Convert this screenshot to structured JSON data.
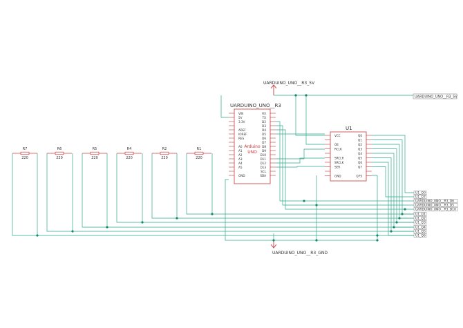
{
  "colors": {
    "wire": "#2aa88a",
    "part": "#c8373a",
    "text": "#333333",
    "junction": "#138a6a",
    "label_border": "#888888"
  },
  "power": {
    "vcc_symbol": "UARDUINO_UNO__R3_5V",
    "gnd_symbol": "UARDUINO_UNO__R3_GND"
  },
  "arduino": {
    "refdes": "UARDUINO_UNO__R3",
    "body_line1": "Arduino",
    "body_line2": "UNO",
    "left_pins": [
      "VIN",
      "5V",
      "3.3V",
      "",
      "AREF",
      "IOREF",
      "RES",
      "",
      "A0",
      "A1",
      "A2",
      "A3",
      "A4",
      "A5",
      "",
      "GND"
    ],
    "right_pins": [
      "RX",
      "TX",
      "D2",
      "D3",
      "D4",
      "D5",
      "D6",
      "D7",
      "D8",
      "D9",
      "D10",
      "D11",
      "D12",
      "D13",
      "SCL",
      "SDA"
    ]
  },
  "u1": {
    "refdes": "U1",
    "left_pins": [
      "VCC",
      "",
      "OE",
      "RCLK",
      "",
      "SRCLR",
      "SRCLK",
      "SER",
      "",
      "GND"
    ],
    "right_pins": [
      "Q0",
      "Q1",
      "Q2",
      "Q3",
      "Q4",
      "Q5",
      "Q6",
      "Q7",
      "",
      "Q7S"
    ]
  },
  "resistors": [
    {
      "ref": "R7",
      "value": "220"
    },
    {
      "ref": "R6",
      "value": "220"
    },
    {
      "ref": "R5",
      "value": "220"
    },
    {
      "ref": "R4",
      "value": "220"
    },
    {
      "ref": "R2",
      "value": "220"
    },
    {
      "ref": "R1",
      "value": "220"
    }
  ],
  "net_labels": {
    "vcc_right": "UARDUINO_UNO__R3_5V",
    "right_list": [
      "U1_Q0",
      "U1_Q7",
      "UARDUINO_UNO__R3_D6",
      "UARDUINO_UNO__R3_D5",
      "UARDUINO_UNO__R3_D10",
      "U1_Q1",
      "U1_Q2",
      "U1_Q3",
      "U1_Q4",
      "U1_Q5",
      "U1_Q6"
    ]
  }
}
